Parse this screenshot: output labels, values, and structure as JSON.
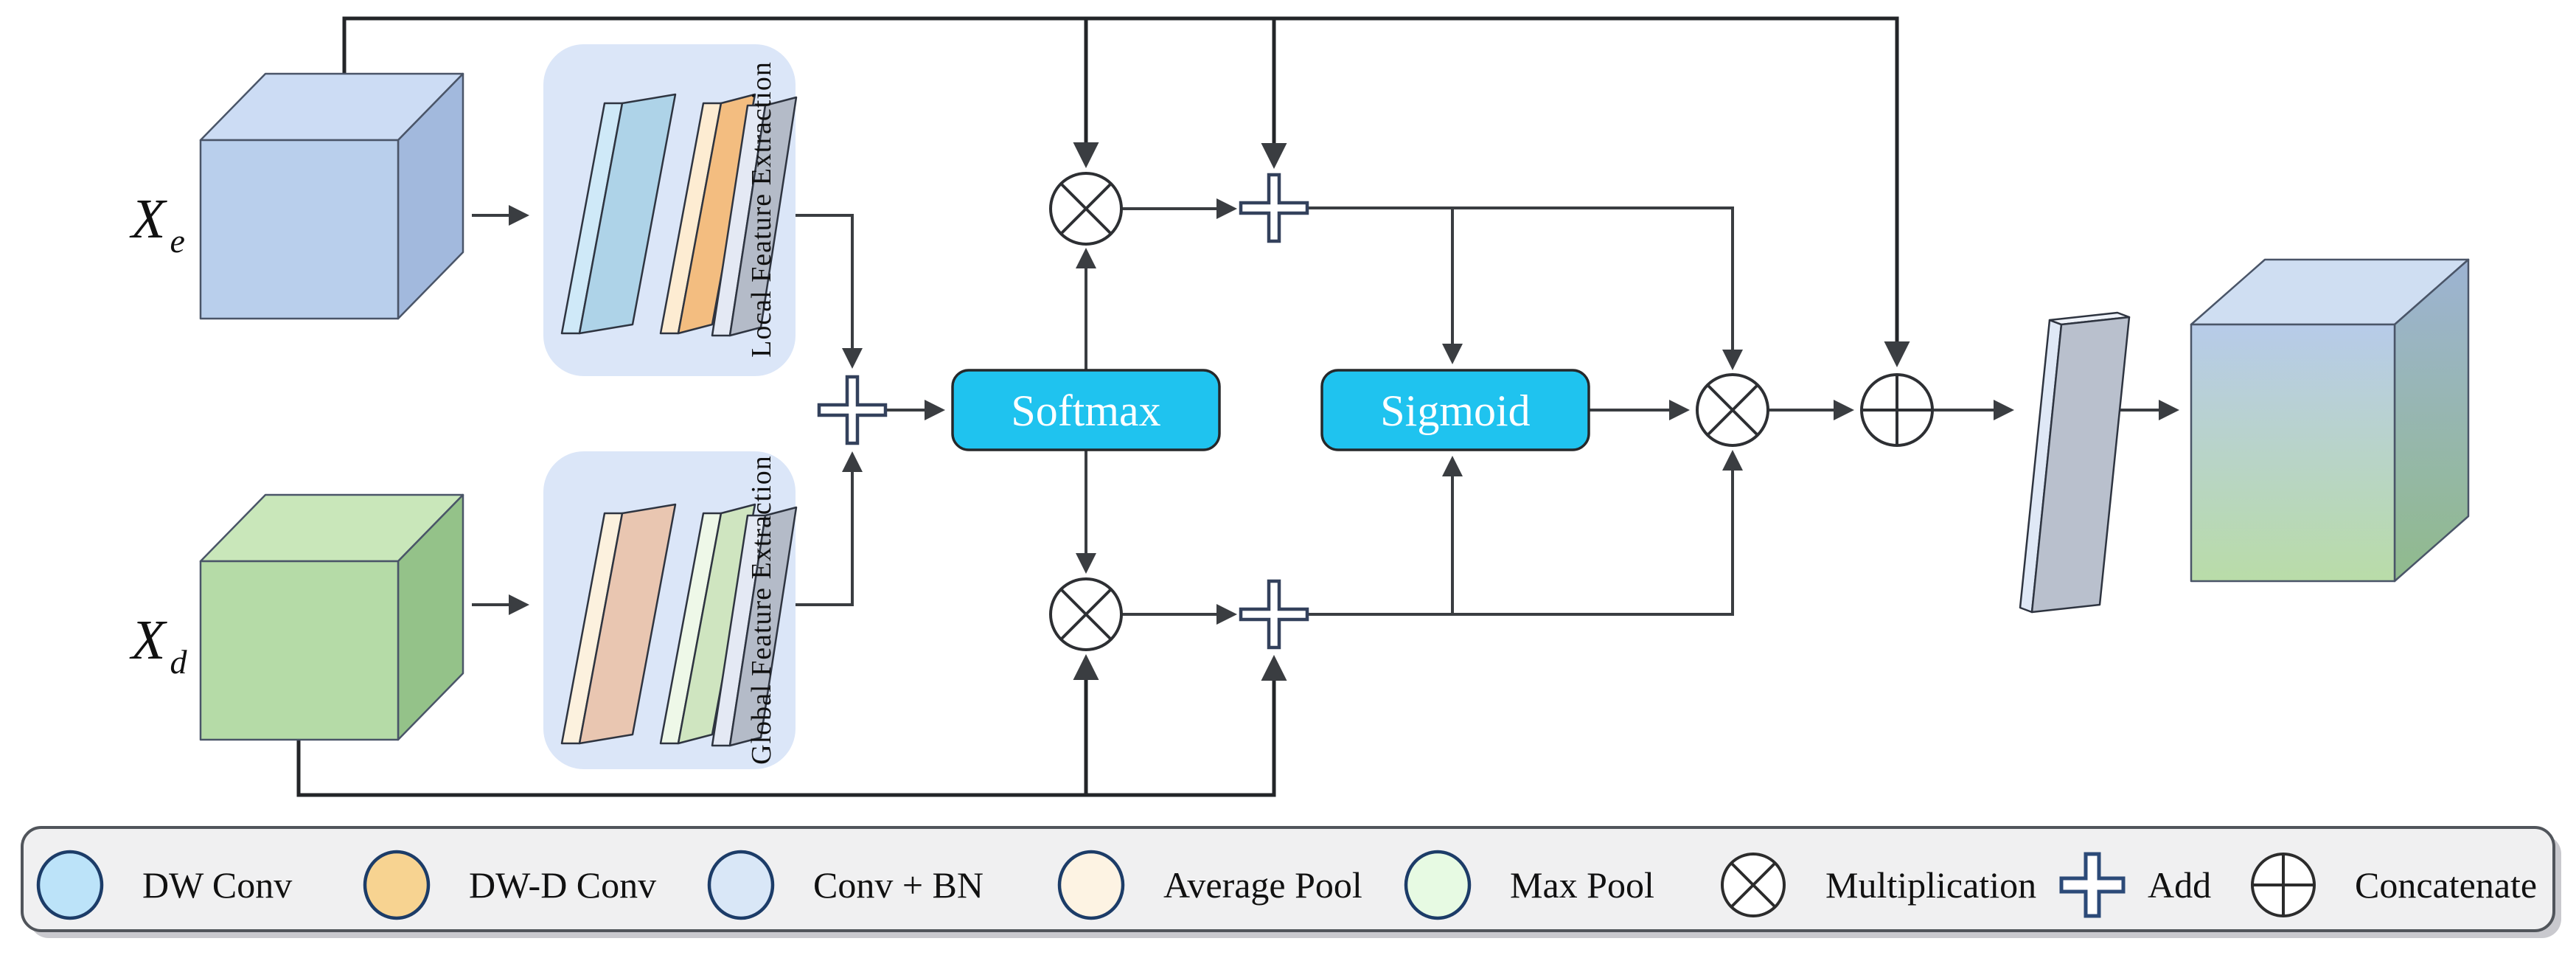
{
  "diagram": {
    "inputs": {
      "encoder": {
        "base": "X",
        "sub": "e"
      },
      "decoder": {
        "base": "X",
        "sub": "d"
      }
    },
    "branches": {
      "local": "Local Feature Extraction",
      "global": "Global Feature Extraction"
    },
    "activations": {
      "softmax": "Softmax",
      "sigmoid": "Sigmoid"
    }
  },
  "legend": {
    "items": [
      {
        "label": "DW Conv",
        "color": "#bce3f9"
      },
      {
        "label": "DW-D Conv",
        "color": "#f7d391"
      },
      {
        "label": "Conv + BN",
        "color": "#d9e7f7"
      },
      {
        "label": "Average Pool",
        "color": "#fdf3e3"
      },
      {
        "label": "Max Pool",
        "color": "#e7fae3"
      },
      {
        "label": "Multiplication",
        "color": "#ffffff"
      },
      {
        "label": "Add",
        "color": "#ffffff"
      },
      {
        "label": "Concatenate",
        "color": "#ffffff"
      }
    ]
  },
  "colors": {
    "activation_fill": "#1fc3ef",
    "container": "#dbe6f8",
    "cross_stroke": "#33415c",
    "cross_fill": "#ffffff",
    "legend_bar": "#f0f0f1",
    "legend_bar_stroke": "#51555b",
    "legend_shadow": "#c9c9ce",
    "legend_circle_stroke": "#1c3c68",
    "legend_add_stroke": "#2c4a78",
    "xe_front": "#b9cfec",
    "xe_top": "#ccdcf4",
    "xe_side": "#a2b9dd",
    "xd_front": "#b5dba7",
    "xd_top": "#c9e7ba",
    "xd_side": "#94c289",
    "lfe1_strip": "#cfe9f8",
    "lfe1_main": "#aed3e8",
    "lfe2_strip": "#fdecd2",
    "lfe2_main": "#f3bd80",
    "gray_strip": "#e4e9f4",
    "gray_main": "#b4bbc8",
    "gfe1_strip": "#fcf1de",
    "gfe1_main": "#e9c6b1",
    "gfe2_strip": "#eef8e8",
    "gfe2_main": "#cfe5c0",
    "conv_front": "#b9c0cd",
    "conv_strip": "#dfe8f6",
    "conv_top": "#eef2f9",
    "out_front_top": "#b7cbe9",
    "out_front_bottom": "#b9dca8",
    "out_top_face": "#cfdef2",
    "out_side_top": "#9db3d3",
    "out_side_bottom": "#90ba8c"
  }
}
